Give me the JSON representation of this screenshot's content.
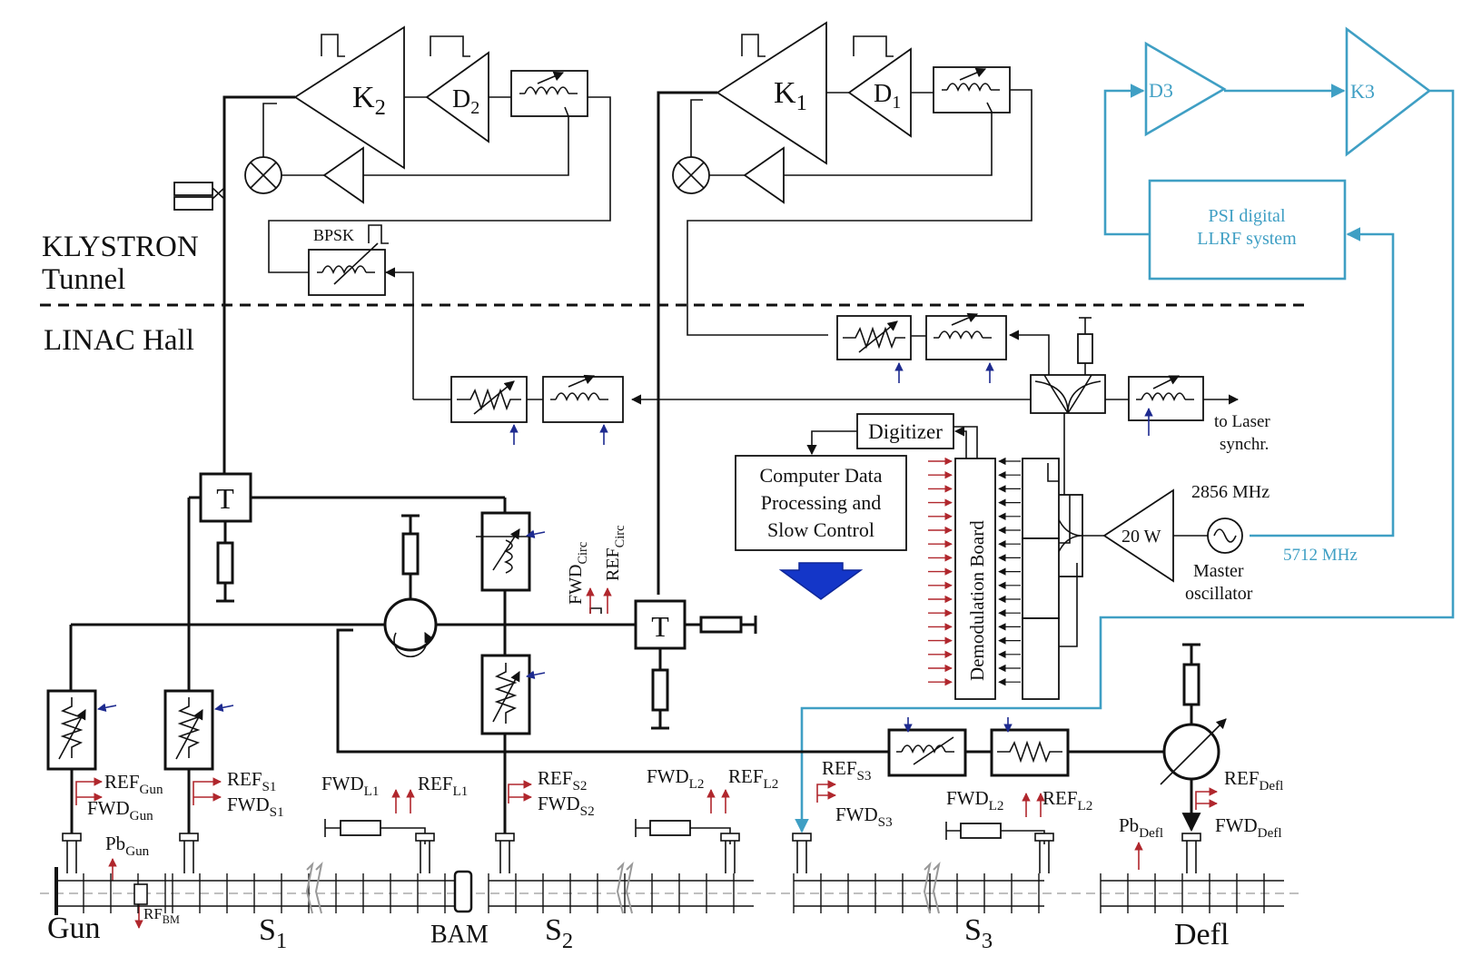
{
  "colors": {
    "line": "#111111",
    "llrf_blue": "#3f9fc4",
    "signal_red": "#b0272d",
    "control_blue": "#1d2a8f",
    "arrow_fill": "#1436c8"
  },
  "areas": {
    "klystron_tunnel": [
      "KLYSTRON",
      "Tunnel"
    ],
    "linac_hall": "LINAC Hall"
  },
  "klystrons": {
    "k2": {
      "label": "K",
      "sub": "2"
    },
    "d2": {
      "label": "D",
      "sub": "2"
    },
    "k1": {
      "label": "K",
      "sub": "1"
    },
    "d1": {
      "label": "D",
      "sub": "1"
    }
  },
  "bpsk": "BPSK",
  "llrf": {
    "d3": "D3",
    "k3": "K3",
    "system": [
      "PSI digital",
      "LLRF system"
    ],
    "freq": "5712 MHz"
  },
  "rf_chain": {
    "digitizer": "Digitizer",
    "computer": [
      "Computer Data",
      "Processing and",
      "Slow Control"
    ],
    "demod": "Demodulation Board",
    "amp": "20 W",
    "freq": "2856 MHz",
    "oscillator": [
      "Master",
      "oscillator"
    ],
    "laser": [
      "to Laser",
      "synchr."
    ]
  },
  "tees": [
    "T",
    "T"
  ],
  "signals": {
    "fwd_circ": {
      "main": "FWD",
      "sub": "Circ"
    },
    "ref_circ": {
      "main": "REF",
      "sub": "Circ"
    },
    "ref_gun": {
      "main": "REF",
      "sub": "Gun"
    },
    "fwd_gun": {
      "main": "FWD",
      "sub": "Gun"
    },
    "ref_s1": {
      "main": "REF",
      "sub": "S1"
    },
    "fwd_s1": {
      "main": "FWD",
      "sub": "S1"
    },
    "fwd_l1": {
      "main": "FWD",
      "sub": "L1"
    },
    "ref_l1": {
      "main": "REF",
      "sub": "L1"
    },
    "ref_s2": {
      "main": "REF",
      "sub": "S2"
    },
    "fwd_s2": {
      "main": "FWD",
      "sub": "S2"
    },
    "fwd_l2a": {
      "main": "FWD",
      "sub": "L2"
    },
    "ref_l2a": {
      "main": "REF",
      "sub": "L2"
    },
    "ref_s3": {
      "main": "REF",
      "sub": "S3"
    },
    "fwd_s3": {
      "main": "FWD",
      "sub": "S3"
    },
    "fwd_l2b": {
      "main": "FWD",
      "sub": "L2"
    },
    "ref_l2b": {
      "main": "REF",
      "sub": "L2"
    },
    "ref_defl": {
      "main": "REF",
      "sub": "Defl"
    },
    "fwd_defl": {
      "main": "FWD",
      "sub": "Defl"
    },
    "pb_gun": {
      "main": "Pb",
      "sub": "Gun"
    },
    "pb_defl": {
      "main": "Pb",
      "sub": "Defl"
    },
    "rf_bm": {
      "main": "RF",
      "sub": "BM"
    }
  },
  "sections": {
    "gun": "Gun",
    "s1": {
      "main": "S",
      "sub": "1"
    },
    "bam": "BAM",
    "s2": {
      "main": "S",
      "sub": "2"
    },
    "s3": {
      "main": "S",
      "sub": "3"
    },
    "defl": "Defl"
  }
}
